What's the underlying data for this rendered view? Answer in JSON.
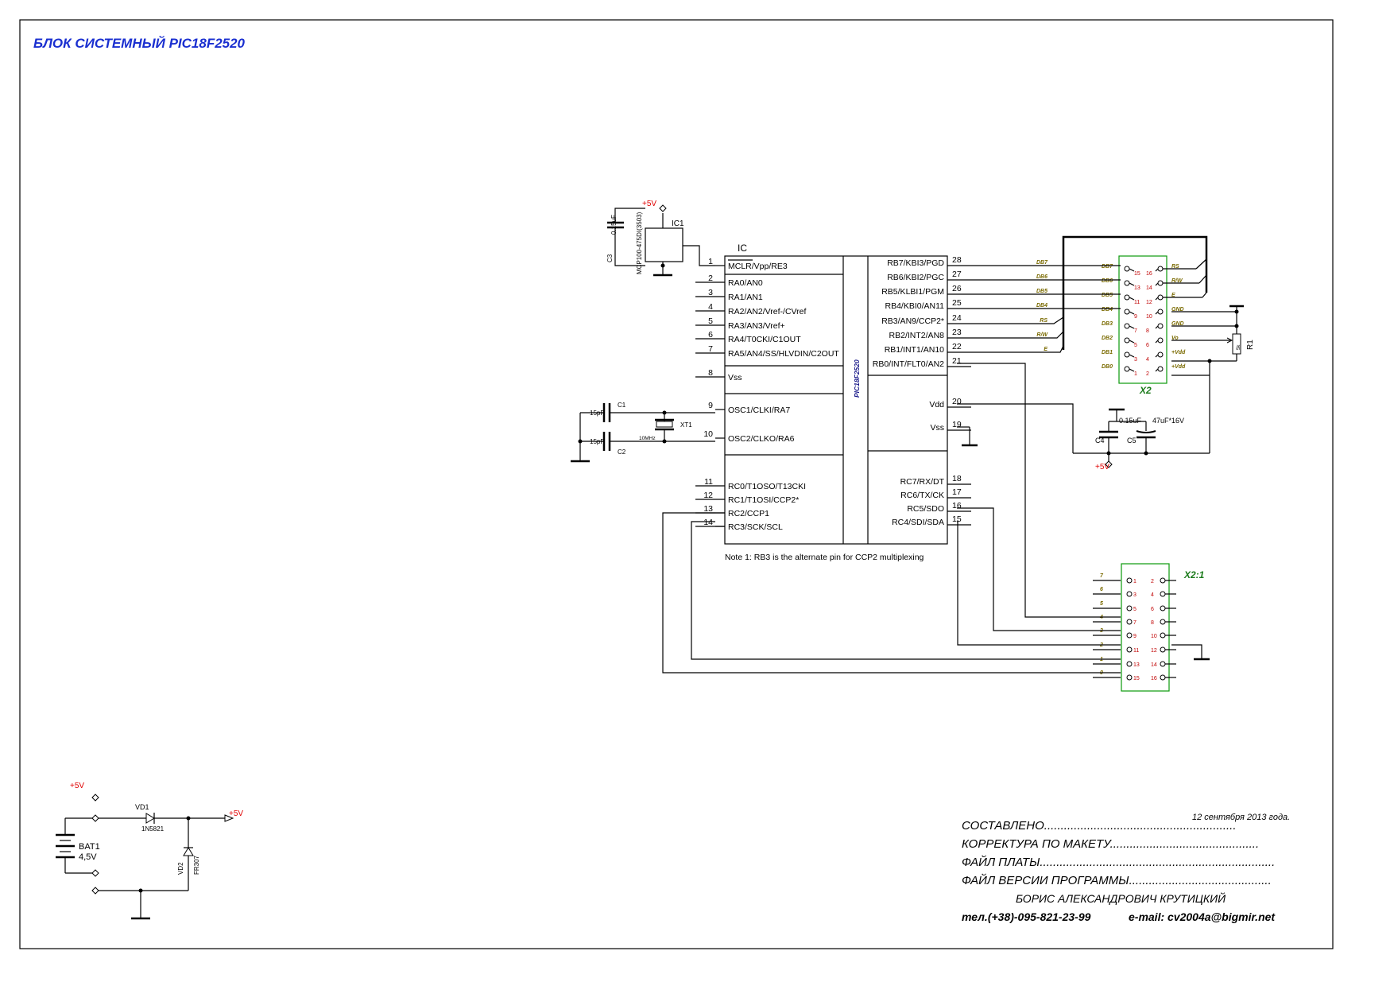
{
  "sheet": {
    "title": "БЛОК СИСТЕМНЫЙ PIC18F2520",
    "note": "Note 1: RB3 is the alternate pin for CCP2 multiplexing"
  },
  "ic": {
    "ref": "IC",
    "part": "PIC18F2520",
    "left_pins": [
      {
        "num": "1",
        "name": "MCLR/Vpp/RE3"
      },
      {
        "num": "2",
        "name": "RA0/AN0"
      },
      {
        "num": "3",
        "name": "RA1/AN1"
      },
      {
        "num": "4",
        "name": "RA2/AN2/Vref-/CVref"
      },
      {
        "num": "5",
        "name": "RA3/AN3/Vref+"
      },
      {
        "num": "6",
        "name": "RA4/T0CKI/C1OUT"
      },
      {
        "num": "7",
        "name": "RA5/AN4/SS/HLVDIN/C2OUT"
      },
      {
        "num": "8",
        "name": "Vss"
      },
      {
        "num": "9",
        "name": "OSC1/CLKI/RA7"
      },
      {
        "num": "10",
        "name": "OSC2/CLKO/RA6"
      },
      {
        "num": "11",
        "name": "RC0/T1OSO/T13CKI"
      },
      {
        "num": "12",
        "name": "RC1/T1OSI/CCP2*"
      },
      {
        "num": "13",
        "name": "RC2/CCP1"
      },
      {
        "num": "14",
        "name": "RC3/SCK/SCL"
      }
    ],
    "right_pins": [
      {
        "num": "28",
        "name": "RB7/KBI3/PGD"
      },
      {
        "num": "27",
        "name": "RB6/KBI2/PGC"
      },
      {
        "num": "26",
        "name": "RB5/KLBI1/PGM"
      },
      {
        "num": "25",
        "name": "RB4/KBI0/AN11"
      },
      {
        "num": "24",
        "name": "RB3/AN9/CCP2*"
      },
      {
        "num": "23",
        "name": "RB2/INT2/AN8"
      },
      {
        "num": "22",
        "name": "RB1/INT1/AN10"
      },
      {
        "num": "21",
        "name": "RB0/INT/FLT0/AN2"
      },
      {
        "num": "20",
        "name": "Vdd"
      },
      {
        "num": "19",
        "name": "Vss"
      },
      {
        "num": "18",
        "name": "RC7/RX/DT"
      },
      {
        "num": "17",
        "name": "RC6/TX/CK"
      },
      {
        "num": "16",
        "name": "RC5/SDO"
      },
      {
        "num": "15",
        "name": "RC4/SDI/SDA"
      }
    ]
  },
  "supervisor": {
    "ref": "IC1",
    "part": "MCP100-475DI(3503)",
    "supply": "+5V",
    "cap_ref": "C3",
    "cap_value": "0.15uF"
  },
  "oscillator": {
    "c1_ref": "C1",
    "c1_value": "15pF",
    "c2_ref": "C2",
    "c2_value": "15pF",
    "xtal_ref": "XT1",
    "xtal_value": "10MHz"
  },
  "power_caps": {
    "c4_ref": "C4",
    "c4_value": "0.15uF",
    "c5_ref": "C5",
    "c5_value": "47uF*16V",
    "supply": "+5V"
  },
  "lcd_bus_labels": [
    "DB7",
    "DB6",
    "DB5",
    "DB4",
    "RS",
    "R/W",
    "E"
  ],
  "x2": {
    "ref": "X2",
    "pot_ref": "R1",
    "pot_value": "5k",
    "rows": [
      {
        "l_label": "DB7",
        "l_num": "15",
        "r_num": "16",
        "r_label": "RS"
      },
      {
        "l_label": "DB6",
        "l_num": "13",
        "r_num": "14",
        "r_label": "R/W"
      },
      {
        "l_label": "DB5",
        "l_num": "11",
        "r_num": "12",
        "r_label": "E"
      },
      {
        "l_label": "DB4",
        "l_num": "9",
        "r_num": "10",
        "r_label": "GND"
      },
      {
        "l_label": "DB3",
        "l_num": "7",
        "r_num": "8",
        "r_label": "GND"
      },
      {
        "l_label": "DB2",
        "l_num": "5",
        "r_num": "6",
        "r_label": "Vo"
      },
      {
        "l_label": "DB1",
        "l_num": "3",
        "r_num": "4",
        "r_label": "+Vdd"
      },
      {
        "l_label": "DB0",
        "l_num": "1",
        "r_num": "2",
        "r_label": "+Vdd"
      }
    ]
  },
  "x21": {
    "ref": "X2:1",
    "rows": [
      {
        "label": "7",
        "l_num": "1",
        "r_num": "2"
      },
      {
        "label": "6",
        "l_num": "3",
        "r_num": "4"
      },
      {
        "label": "5",
        "l_num": "5",
        "r_num": "6"
      },
      {
        "label": "4",
        "l_num": "7",
        "r_num": "8"
      },
      {
        "label": "3",
        "l_num": "9",
        "r_num": "10"
      },
      {
        "label": "2",
        "l_num": "11",
        "r_num": "12"
      },
      {
        "label": "1",
        "l_num": "13",
        "r_num": "14"
      },
      {
        "label": "0",
        "l_num": "15",
        "r_num": "16"
      }
    ]
  },
  "power_block": {
    "supply_in": "+5V",
    "supply_out": "+5V",
    "bat_ref": "BAT1",
    "bat_value": "4,5V",
    "vd1_ref": "VD1",
    "vd1_part": "1N5821",
    "vd2_ref": "VD2",
    "vd2_part": "FR307"
  },
  "title_block": {
    "date": "12 сентября 2013 года.",
    "line1": "СОСТАВЛЕНО..........................................................",
    "line2": "КОРРЕКТУРА ПО МАКЕТУ.............................................",
    "line3": "ФАЙЛ ПЛАТЫ.......................................................................",
    "line4": "ФАЙЛ ВЕРСИИ ПРОГРАММЫ...........................................",
    "author": "БОРИС АЛЕКСАНДРОВИЧ КРУТИЦКИЙ",
    "phone": "тел.(+38)-095-821-23-99",
    "email": "e-mail: cv2004a@bigmir.net"
  }
}
